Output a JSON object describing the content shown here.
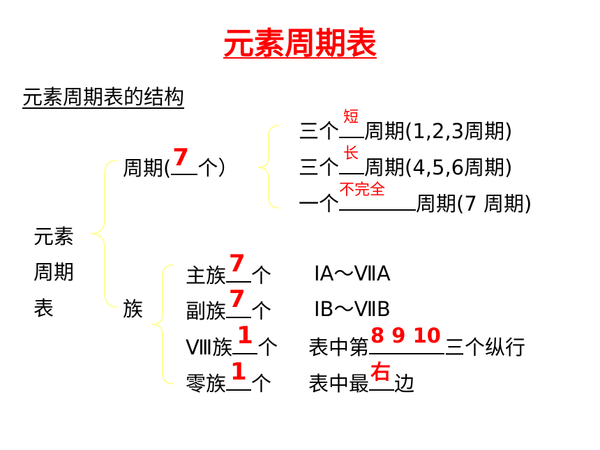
{
  "title": "元素周期表",
  "subtitle": "元素周期表的结构",
  "root_label": [
    "元素",
    "周期",
    "表"
  ],
  "period": {
    "label_prefix": "周期(",
    "label_suffix": "个）",
    "count_answer": "7",
    "items": [
      {
        "prefix": "三个",
        "answer": "短",
        "suffix": "周期(1,2,3周期)"
      },
      {
        "prefix": "三个",
        "answer": "长",
        "suffix": "周期(4,5,6周期)"
      },
      {
        "prefix": "一个",
        "answer": "不完全",
        "suffix": "周期(7 周期)"
      }
    ]
  },
  "group": {
    "label": "族",
    "items": [
      {
        "name": "主族",
        "answer": "7",
        "unit": "个",
        "desc": "ⅠA～ⅦA"
      },
      {
        "name": "副族",
        "answer": "7",
        "unit": "个",
        "desc": "ⅠB～ⅦB"
      },
      {
        "name": "Ⅷ族",
        "answer": "1",
        "unit": "个",
        "desc_prefix": "表中第",
        "desc_answer": "8  9  10",
        "desc_suffix": "三个纵行"
      },
      {
        "name": "零族",
        "answer": "1",
        "unit": "个",
        "desc_prefix": "表中最",
        "desc_answer": "右",
        "desc_suffix": "边"
      }
    ]
  },
  "colors": {
    "answer": "#ff0000",
    "bracket": "#ffff99",
    "title": "#ff0000"
  }
}
